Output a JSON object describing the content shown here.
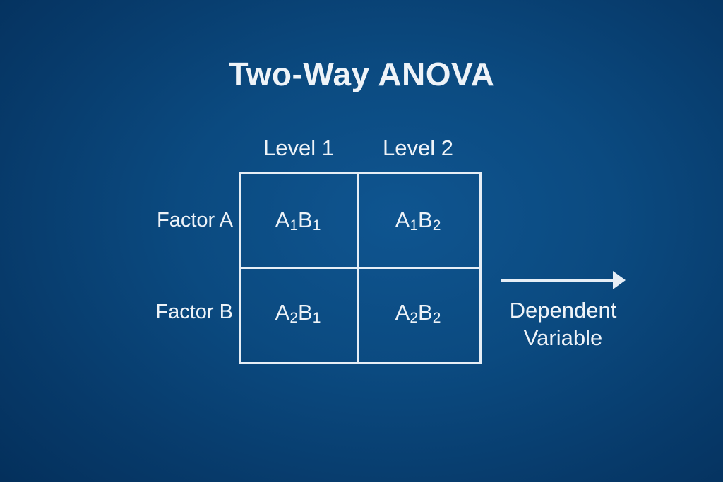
{
  "title": "Two-Way ANOVA",
  "columns": [
    {
      "label": "Level 1"
    },
    {
      "label": "Level 2"
    }
  ],
  "rows": [
    {
      "label": "Factor A"
    },
    {
      "label": "Factor B"
    }
  ],
  "cells": [
    [
      {
        "a": "A",
        "a_sub": "1",
        "b": "B",
        "b_sub": "1"
      },
      {
        "a": "A",
        "a_sub": "1",
        "b": "B",
        "b_sub": "2"
      }
    ],
    [
      {
        "a": "A",
        "a_sub": "2",
        "b": "B",
        "b_sub": "1"
      },
      {
        "a": "A",
        "a_sub": "2",
        "b": "B",
        "b_sub": "2"
      }
    ]
  ],
  "outcome": {
    "line1": "Dependent",
    "line2": "Variable",
    "icon": "arrow-right-icon"
  },
  "colors": {
    "background": "#0b4a80",
    "foreground": "#eef3f8",
    "lines": "#e6eef6"
  }
}
